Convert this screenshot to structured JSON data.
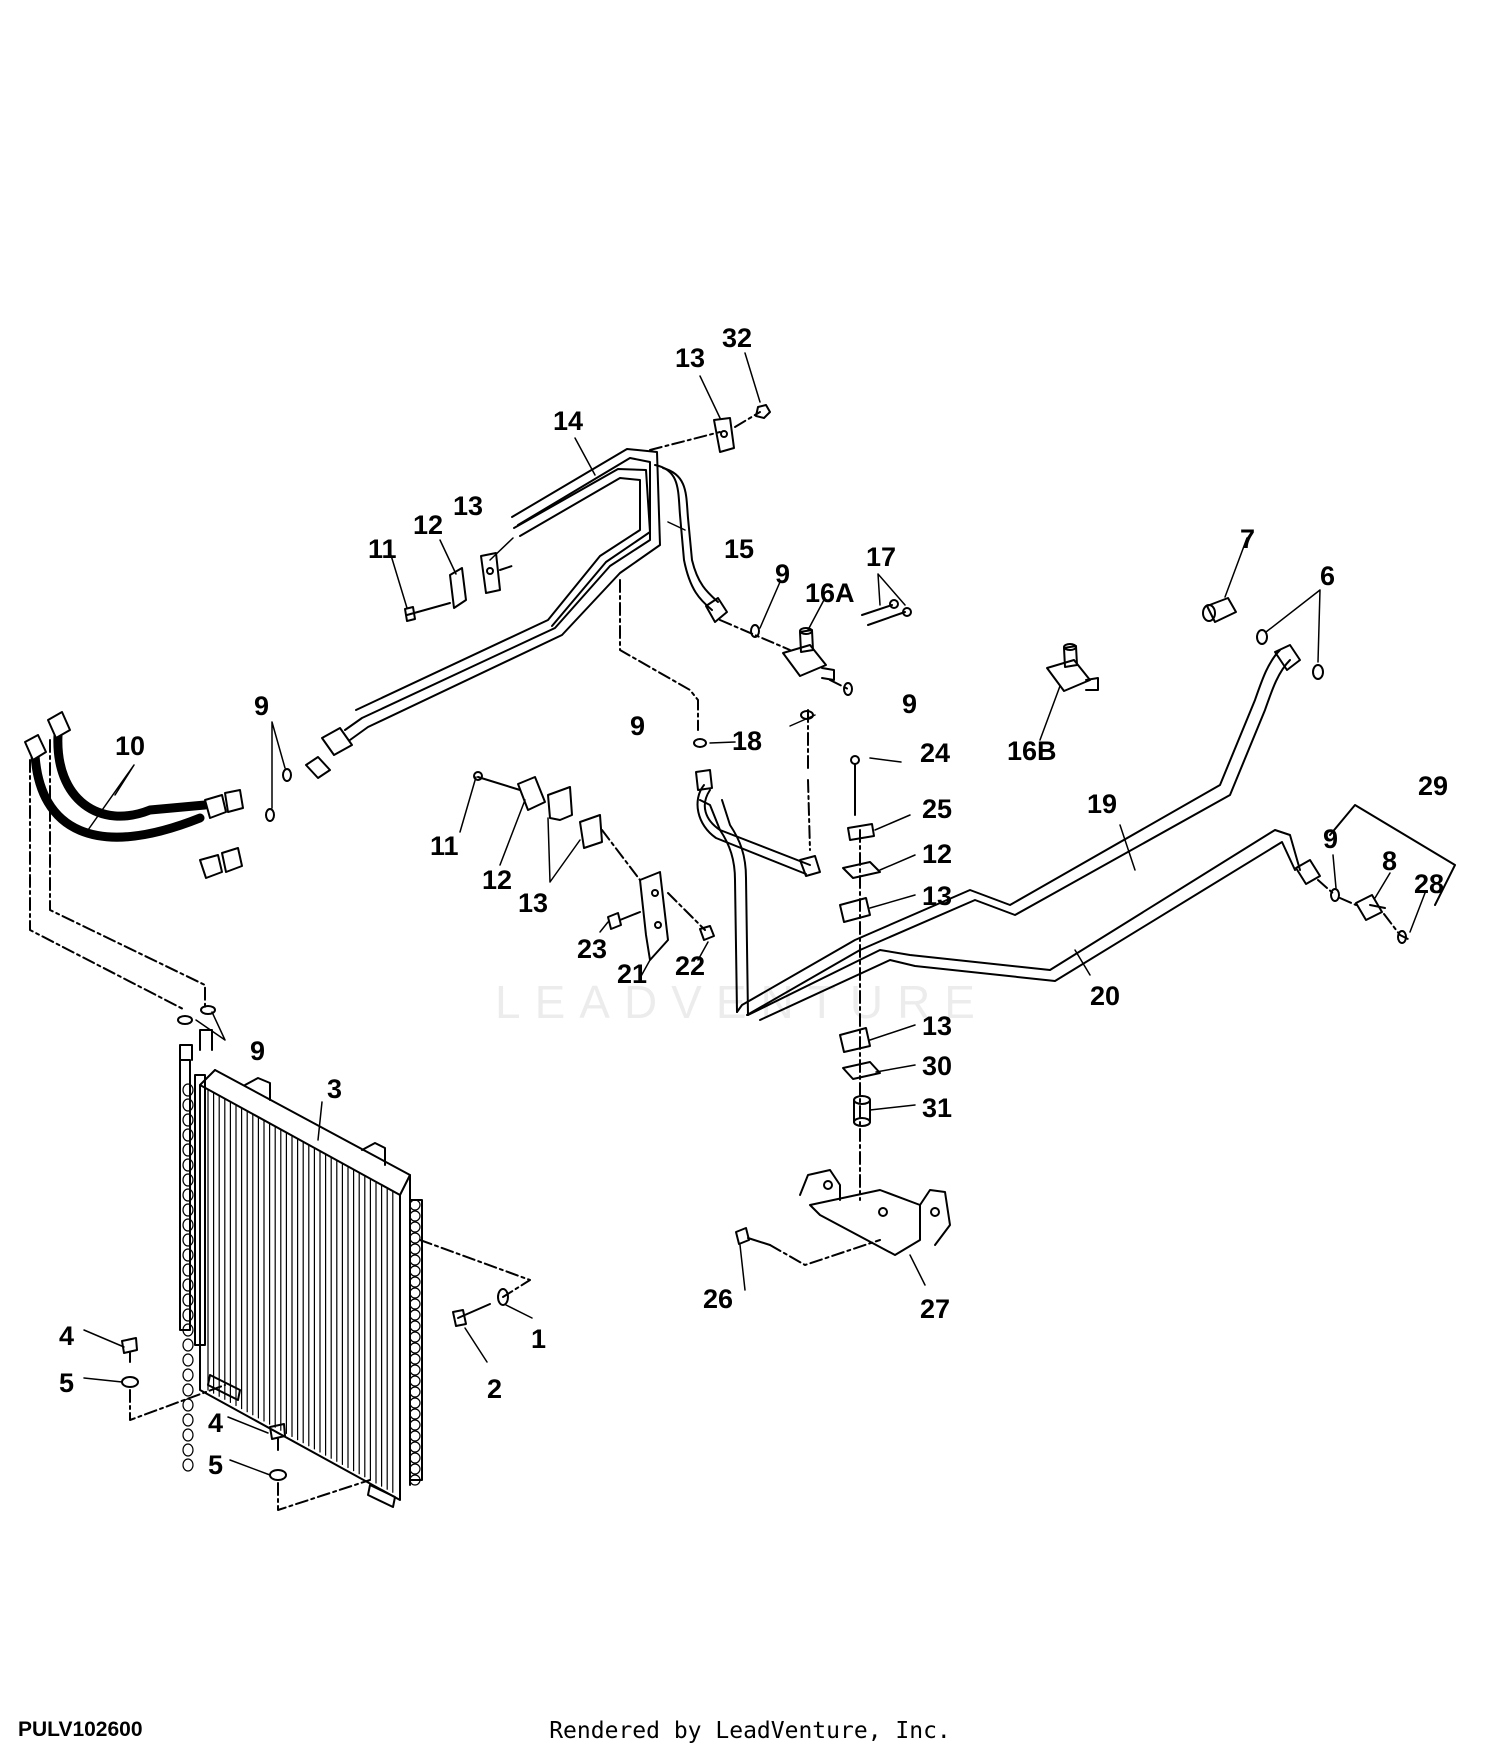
{
  "diagram": {
    "reference_code": "PULV102600",
    "footer_text": "Rendered by LeadVenture, Inc.",
    "watermark_text": "LEADVENTURE",
    "callouts": [
      {
        "id": "c32",
        "label": "32"
      },
      {
        "id": "c13a",
        "label": "13"
      },
      {
        "id": "c14",
        "label": "14"
      },
      {
        "id": "c15",
        "label": "15"
      },
      {
        "id": "c13b",
        "label": "13"
      },
      {
        "id": "c12a",
        "label": "12"
      },
      {
        "id": "c11a",
        "label": "11"
      },
      {
        "id": "c9a",
        "label": "9"
      },
      {
        "id": "c16a",
        "label": "16A"
      },
      {
        "id": "c17",
        "label": "17"
      },
      {
        "id": "c7",
        "label": "7"
      },
      {
        "id": "c6",
        "label": "6"
      },
      {
        "id": "c10",
        "label": "10"
      },
      {
        "id": "c9b",
        "label": "9"
      },
      {
        "id": "c9c",
        "label": "9"
      },
      {
        "id": "c18",
        "label": "18"
      },
      {
        "id": "c9d",
        "label": "9"
      },
      {
        "id": "c16b",
        "label": "16B"
      },
      {
        "id": "c24",
        "label": "24"
      },
      {
        "id": "c29",
        "label": "29"
      },
      {
        "id": "c19",
        "label": "19"
      },
      {
        "id": "c25",
        "label": "25"
      },
      {
        "id": "c11b",
        "label": "11"
      },
      {
        "id": "c12b",
        "label": "12"
      },
      {
        "id": "c13c",
        "label": "13"
      },
      {
        "id": "c12c",
        "label": "12"
      },
      {
        "id": "c9e",
        "label": "9"
      },
      {
        "id": "c8",
        "label": "8"
      },
      {
        "id": "c28",
        "label": "28"
      },
      {
        "id": "c13d",
        "label": "13"
      },
      {
        "id": "c23",
        "label": "23"
      },
      {
        "id": "c21",
        "label": "21"
      },
      {
        "id": "c22",
        "label": "22"
      },
      {
        "id": "c20",
        "label": "20"
      },
      {
        "id": "c13e",
        "label": "13"
      },
      {
        "id": "c9f",
        "label": "9"
      },
      {
        "id": "c30",
        "label": "30"
      },
      {
        "id": "c3",
        "label": "3"
      },
      {
        "id": "c31",
        "label": "31"
      },
      {
        "id": "c26",
        "label": "26"
      },
      {
        "id": "c27",
        "label": "27"
      },
      {
        "id": "c1",
        "label": "1"
      },
      {
        "id": "c2",
        "label": "2"
      },
      {
        "id": "c4a",
        "label": "4"
      },
      {
        "id": "c5a",
        "label": "5"
      },
      {
        "id": "c4b",
        "label": "4"
      },
      {
        "id": "c5b",
        "label": "5"
      }
    ]
  }
}
